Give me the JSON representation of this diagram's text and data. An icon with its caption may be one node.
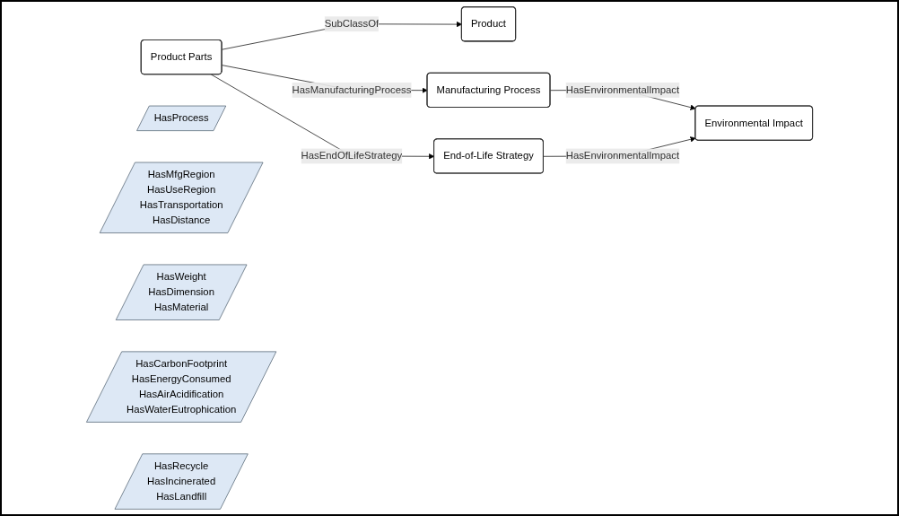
{
  "diagram": {
    "nodes": [
      {
        "text": [
          "Product"
        ]
      },
      {
        "text": [
          "Product Parts"
        ]
      },
      {
        "text": [
          "Manufacturing Process"
        ]
      },
      {
        "text": [
          "End-of-Life Strategy"
        ]
      },
      {
        "text": [
          "Environmental Impact"
        ]
      },
      {
        "text": [
          "HasProcess"
        ]
      },
      {
        "text": [
          "HasMfgRegion",
          "HasUseRegion",
          "HasTransportation",
          "HasDistance"
        ]
      },
      {
        "text": [
          "HasWeight",
          "HasDimension",
          "HasMaterial"
        ]
      },
      {
        "text": [
          "HasCarbonFootprint",
          "HasEnergyConsumed",
          "HasAirAcidification",
          "HasWaterEutrophication"
        ]
      },
      {
        "text": [
          "HasRecycle",
          "HasIncinerated",
          "HasLandfill"
        ]
      }
    ],
    "edges": [
      {
        "from": 1,
        "to": 0,
        "arrow": "to",
        "label": "SubClassOf"
      },
      {
        "from": 1,
        "to": 2,
        "arrow": "to",
        "label": "HasManufacturingProcess"
      },
      {
        "from": 1,
        "to": 3,
        "arrow": "to",
        "label": "HasEndOfLifeStrategy"
      },
      {
        "from": 2,
        "to": 4,
        "arrow": "to",
        "label": "HasEnvironmentalImpact"
      },
      {
        "from": 3,
        "to": 4,
        "arrow": "to",
        "label": "HasEnvironmentalImpact"
      }
    ]
  }
}
